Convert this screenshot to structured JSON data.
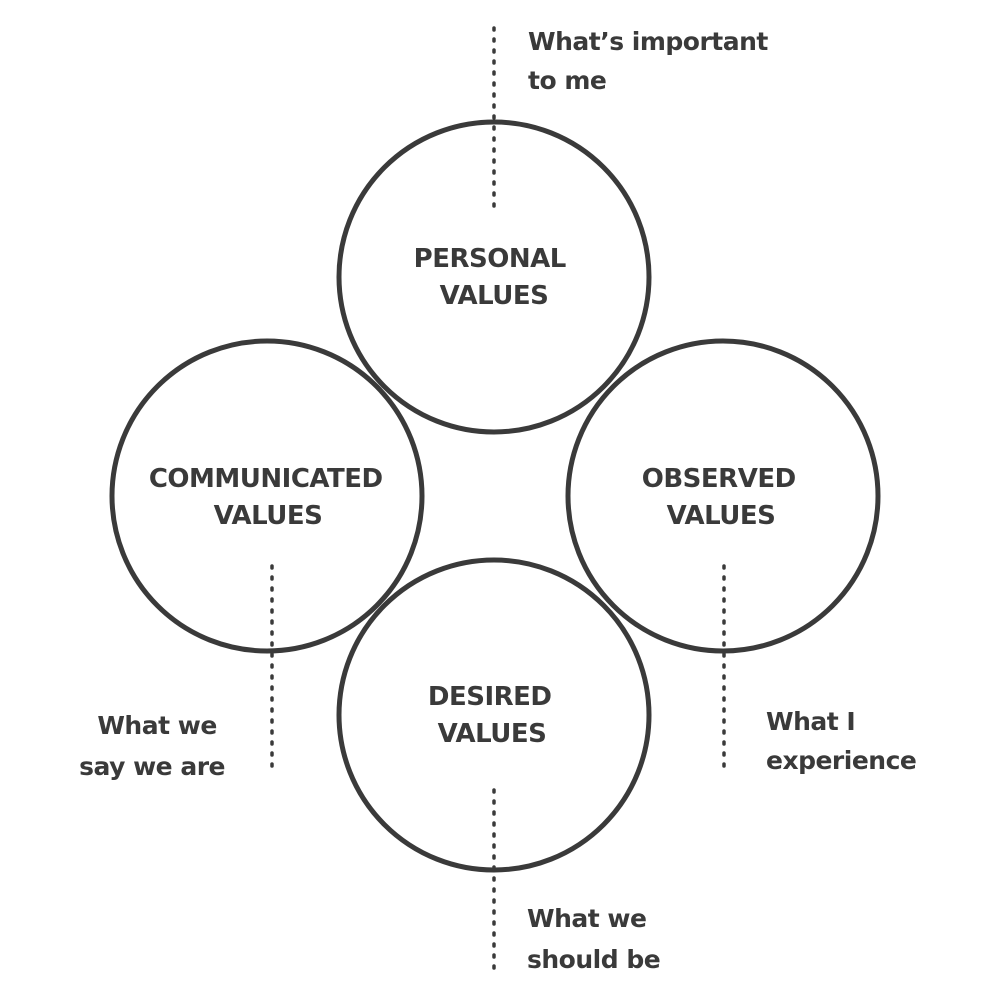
{
  "circles": [
    {
      "id": "personal",
      "line1": "PERSONAL",
      "line2": "VALUES"
    },
    {
      "id": "communicated",
      "line1": "COMMUNICATED",
      "line2": "VALUES"
    },
    {
      "id": "observed",
      "line1": "OBSERVED",
      "line2": "VALUES"
    },
    {
      "id": "desired",
      "line1": "DESIRED",
      "line2": "VALUES"
    }
  ],
  "notes": {
    "personal": {
      "line1": "What’s important",
      "line2": "to me"
    },
    "communicated": {
      "line1": "What we",
      "line2": "say we are"
    },
    "observed": {
      "line1": "What I",
      "line2": "experience"
    },
    "desired": {
      "line1": "What we",
      "line2": "should be"
    }
  },
  "colors": {
    "stroke": "#3a3a3a",
    "text": "#3a3a3a",
    "background": "#ffffff"
  }
}
